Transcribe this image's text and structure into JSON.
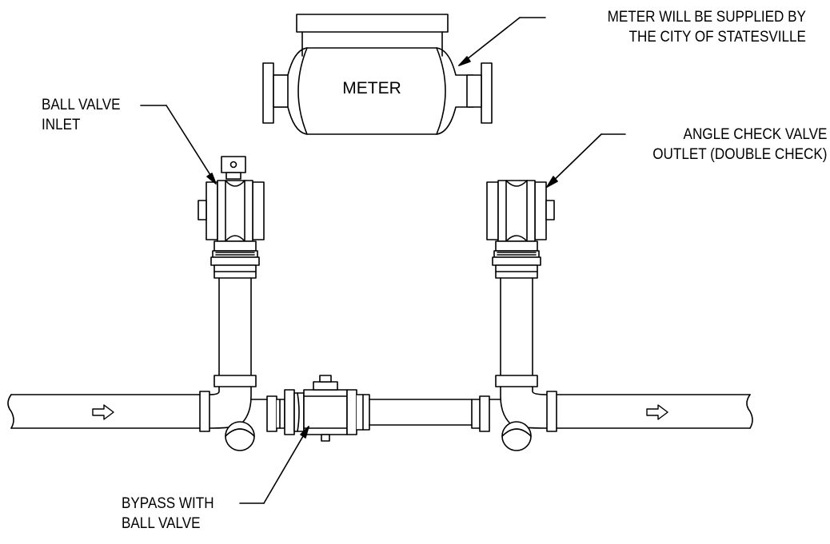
{
  "labels": {
    "meter_supplied": {
      "line1": "METER WILL BE SUPPLIED BY",
      "line2": "THE CITY OF STATESVILLE"
    },
    "ball_valve_inlet": {
      "line1": "BALL VALVE",
      "line2": "INLET"
    },
    "angle_check_valve": {
      "line1": "ANGLE CHECK VALVE",
      "line2": "OUTLET (DOUBLE CHECK)"
    },
    "bypass": {
      "line1": "BYPASS WITH",
      "line2": "BALL VALVE"
    },
    "meter_body": "METER"
  },
  "colors": {
    "line": "#000000",
    "background": "#ffffff"
  }
}
